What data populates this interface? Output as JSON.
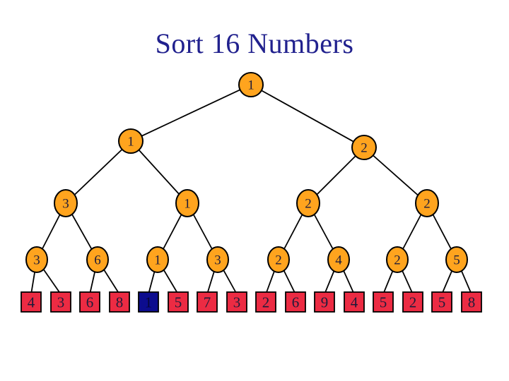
{
  "slide": {
    "title": "Sort 16 Numbers"
  },
  "colors": {
    "background": "#FFFFFF",
    "title_text": "#21218E",
    "node_fill": "#FFA41E",
    "node_border": "#000000",
    "node_text": "#1E1B3A",
    "leaf_fill": "#EC2B43",
    "leaf_border": "#000000",
    "leaf_text": "#1E1B3A",
    "leaf_highlight_fill": "#0C0C8E",
    "leaf_highlight_text": "#06063A",
    "edge": "#000000"
  },
  "tree": {
    "root": "1",
    "level2": [
      "1",
      "2"
    ],
    "level3": [
      "3",
      "1",
      "2",
      "2"
    ],
    "level4": [
      "3",
      "6",
      "1",
      "3",
      "2",
      "4",
      "2",
      "5"
    ],
    "leaves": [
      "4",
      "3",
      "6",
      "8",
      "1",
      "5",
      "7",
      "3",
      "2",
      "6",
      "9",
      "4",
      "5",
      "2",
      "5",
      "8"
    ],
    "highlighted_leaf_index": 4
  }
}
